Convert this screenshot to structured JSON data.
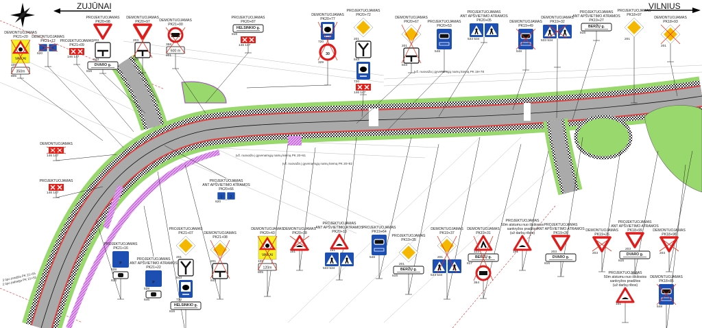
{
  "directions": {
    "left": "ZUJŪNAI",
    "right": "VILNIUS"
  },
  "compass": {
    "icon": "compass-rose-icon"
  },
  "colors": {
    "road": "#a9a9a9",
    "verge": "#8fd46a",
    "sign_blue": "#1d4fb3",
    "sign_red": "#e01b1b",
    "sign_yellow": "#f5b800",
    "removed_cross": "#e0301e"
  },
  "notes": [
    "Įvž. nuovaža į gyvenamųjų namų kiemą PK 20+61",
    "Įvž. nuovaža į gyvenamųjų namų kiemą PK 20+82",
    "Įvž. nuovaža į gyvenamųjų namų kiemą PK 19+78",
    "3 tipo pradžia PK 21+55",
    "2 tipo pabaiga PK 21+55"
  ],
  "sign_groups": [
    {
      "labels": [
        "DEMONTUOJAMAS",
        "PK21+20"
      ],
      "crossed": true,
      "signs": [
        {
          "kind": "vaikai",
          "code": "105",
          "text": "VAIKAI"
        },
        {
          "kind": "distplate",
          "code": "805",
          "text": "350m"
        }
      ]
    },
    {
      "labels": [
        "DEMONTUOJAMAS",
        "PK21+12"
      ],
      "crossed": true,
      "signs": [
        {
          "kind": "blue22",
          "code": "620",
          "text": "2"
        }
      ]
    },
    {
      "labels": [
        "PROJEKTUOJAMAS",
        "PK21+09"
      ],
      "crossed": false,
      "signs": [
        {
          "kind": "redplate",
          "code": "146 147"
        }
      ]
    },
    {
      "labels": [
        "PROJEKTUOJAMAS",
        "PK20+98"
      ],
      "crossed": false,
      "signs": [
        {
          "kind": "yield",
          "code": "203"
        },
        {
          "kind": "junction",
          "code": "843"
        },
        {
          "kind": "textplate",
          "code": "816",
          "text": "DVARO g."
        }
      ]
    },
    {
      "labels": [
        "DEMONTUOJAMAS",
        "PK20+97"
      ],
      "crossed": true,
      "signs": [
        {
          "kind": "yield",
          "code": "203"
        },
        {
          "kind": "junction",
          "code": "843"
        }
      ]
    },
    {
      "labels": [
        "DEMONTUOJAMAS",
        "PK21+00"
      ],
      "crossed": true,
      "signs": [
        {
          "kind": "notruck",
          "code": "358"
        },
        {
          "kind": "distplate",
          "code": "801",
          "text": "600 m"
        }
      ]
    },
    {
      "labels": [
        "PROJEKTUOJAMAS",
        "PK20+87"
      ],
      "crossed": false,
      "signs": [
        {
          "kind": "textplate",
          "code": "816",
          "text": "HELSINKIO g."
        },
        {
          "kind": "redplate",
          "code": "146 147"
        }
      ]
    },
    {
      "labels": [
        "DEMONTUOJAMAS",
        "PK20+77"
      ],
      "crossed": true,
      "signs": [
        {
          "kind": "horse",
          "code": "720"
        },
        {
          "kind": "speed",
          "code": "329",
          "text": "30"
        }
      ]
    },
    {
      "labels": [
        "PROJEKTUOJAMAS",
        "PK20+72"
      ],
      "crossed": false,
      "signs": [
        {
          "kind": "priority",
          "code": "201"
        },
        {
          "kind": "junctiony",
          "code": "843"
        },
        {
          "kind": "horse",
          "code": "720"
        },
        {
          "kind": "redplate",
          "code": "146 147"
        }
      ]
    },
    {
      "labels": [
        "DEMONTUOJAMAS",
        "PK20+67"
      ],
      "crossed": true,
      "signs": [
        {
          "kind": "priority",
          "code": "201"
        },
        {
          "kind": "junction",
          "code": "843"
        }
      ]
    },
    {
      "labels": [
        "PROJEKTUOJAMAS",
        "PK20+53"
      ],
      "crossed": false,
      "signs": [
        {
          "kind": "bus",
          "code": "548"
        }
      ]
    },
    {
      "labels": [
        "PROJEKTUOJAMAS",
        "ANT APŠVIETIMO ATRAMOS",
        "PK20+05"
      ],
      "crossed": false,
      "signs": [
        {
          "kind": "ped2",
          "code": "533 534"
        }
      ]
    },
    {
      "labels": [
        "DEMONTUOJAMAS",
        "PK19+49"
      ],
      "crossed": true,
      "signs": [
        {
          "kind": "bus",
          "code": "548"
        }
      ]
    },
    {
      "labels": [
        "DEMONTUOJAMAS",
        "PK19+32"
      ],
      "crossed": true,
      "signs": [
        {
          "kind": "ped2",
          "code": "533 534"
        }
      ]
    },
    {
      "labels": [
        "PROJEKTUOJAMAS",
        "ANT APŠVIETIMO ATRAMOS",
        "PK19+27"
      ],
      "crossed": false,
      "signs": [
        {
          "kind": "textplate",
          "code": "816",
          "text": "BERŽŲ g."
        }
      ]
    },
    {
      "labels": [
        "PROJEKTUOJAMAS",
        "PK18+97"
      ],
      "crossed": false,
      "signs": [
        {
          "kind": "priority",
          "code": "201"
        }
      ]
    },
    {
      "labels": [
        "DEMONTUOJAMAS",
        "PK18+93"
      ],
      "crossed": true,
      "signs": [
        {
          "kind": "priority",
          "code": "201"
        }
      ]
    },
    {
      "labels": [
        "DEMONTUOJAMAS"
      ],
      "crossed": true,
      "signs": [
        {
          "kind": "redplate",
          "code": "146 147"
        }
      ]
    },
    {
      "labels": [
        "PROJEKTUOJAMAS"
      ],
      "crossed": false,
      "signs": [
        {
          "kind": "redplate",
          "code": "146 147"
        }
      ]
    },
    {
      "labels": [
        "PROJEKTUOJAMAS",
        "ANT APŠVIETIMO ATRAMOS",
        "PK20+66"
      ],
      "crossed": false,
      "signs": [
        {
          "kind": "blue22",
          "code": "620",
          "text": "2"
        }
      ]
    },
    {
      "labels": [
        "PROJEKTUOJAMAS",
        "PK21+16"
      ],
      "crossed": false,
      "signs": [
        {
          "kind": "parking",
          "code": "528",
          "text": "P"
        },
        {
          "kind": "smallplate",
          "code": "832"
        }
      ]
    },
    {
      "labels": [
        "PROJEKTUOJAMAS",
        "ANT APŠVIETIMO ATRAMOS",
        "PK21+22"
      ],
      "crossed": false,
      "signs": [
        {
          "kind": "parking",
          "code": "528",
          "text": "P"
        },
        {
          "kind": "smallplate",
          "code": "846"
        }
      ]
    },
    {
      "labels": [
        "PROJEKTUOJAMAS",
        "PK21+07"
      ],
      "crossed": false,
      "signs": [
        {
          "kind": "priority",
          "code": "201"
        },
        {
          "kind": "junctiony",
          "code": "843"
        },
        {
          "kind": "horse",
          "code": "720"
        },
        {
          "kind": "textplate",
          "code": "816",
          "text": "HELSINKIO g."
        }
      ]
    },
    {
      "labels": [
        "DEMONTUOJAMAS",
        "PK21+08"
      ],
      "crossed": true,
      "signs": [
        {
          "kind": "priority",
          "code": "201"
        },
        {
          "kind": "junction",
          "code": "843"
        }
      ]
    },
    {
      "labels": [
        "DEMONTUOJAMAS",
        "PK20+43"
      ],
      "crossed": true,
      "signs": [
        {
          "kind": "vaikai",
          "code": "105",
          "text": "VAIKAI"
        },
        {
          "kind": "distplate",
          "code": "805",
          "text": "120m"
        }
      ]
    },
    {
      "labels": [
        "DEMONTUOJAMAS",
        "PK20+18"
      ],
      "crossed": true,
      "signs": [
        {
          "kind": "bump",
          "code": "151"
        }
      ]
    },
    {
      "labels": [
        "PROJEKTUOJAMAS",
        "ANT APŠVIETIMO ATRAMOS",
        "PK20+10"
      ],
      "crossed": false,
      "signs": [
        {
          "kind": "bump",
          "code": "151"
        },
        {
          "kind": "ped2",
          "code": "533 534"
        }
      ]
    },
    {
      "labels": [
        "PROJEKTUOJAMAS",
        "PK19+64"
      ],
      "crossed": false,
      "signs": [
        {
          "kind": "bus",
          "code": "548"
        }
      ]
    },
    {
      "labels": [
        "PROJEKTUOJAMAS",
        "PK19+35"
      ],
      "crossed": false,
      "signs": [
        {
          "kind": "priority",
          "code": "201"
        },
        {
          "kind": "textplate",
          "code": "816",
          "text": "BERŽŲ g."
        }
      ]
    },
    {
      "labels": [
        "DEMONTUOJAMAS",
        "PK19+37"
      ],
      "crossed": true,
      "signs": [
        {
          "kind": "priority",
          "code": "201"
        },
        {
          "kind": "ped2",
          "code": "533 534"
        }
      ]
    },
    {
      "labels": [
        "DEMONTUOJAMAS",
        "PK19+31"
      ],
      "crossed": true,
      "signs": [
        {
          "kind": "roadworks",
          "code": "123"
        },
        {
          "kind": "textplate",
          "code": "817",
          "text": "BERŽŲ g."
        },
        {
          "kind": "notruck",
          "code": "364"
        }
      ]
    },
    {
      "labels": [
        "PROJEKTUOJAMAS",
        "50m atstumu nuo iškilosios",
        "sankryžos pradžios",
        "(už darbų ribos)"
      ],
      "crossed": false,
      "signs": [
        {
          "kind": "bump",
          "code": "151"
        }
      ]
    },
    {
      "labels": [
        "PROJEKTUOJAMAS",
        "ANT APŠVIETIMO ATRAMOS",
        "PK19+26"
      ],
      "crossed": false,
      "signs": [
        {
          "kind": "yield",
          "code": "203"
        },
        {
          "kind": "textplate",
          "code": "816",
          "text": "DVARO g."
        }
      ]
    },
    {
      "labels": [
        "DEMONTUOJAMAS",
        "PK19+26"
      ],
      "crossed": true,
      "signs": [
        {
          "kind": "yield",
          "code": "203"
        }
      ]
    },
    {
      "labels": [
        "PROJEKTUOJAMAS",
        "ANT APŠVIETIMO ATRAMOS",
        "PK18+99"
      ],
      "crossed": false,
      "signs": [
        {
          "kind": "yield",
          "code": "203"
        },
        {
          "kind": "textplate",
          "code": "816",
          "text": "DVARO g."
        }
      ]
    },
    {
      "labels": [
        "DEMONTUOJAMAS",
        "PK18+96"
      ],
      "crossed": true,
      "signs": [
        {
          "kind": "yield",
          "code": "203"
        }
      ]
    },
    {
      "labels": [
        "PROJEKTUOJAMAS",
        "50m atstumu nuo iškilosios",
        "sankryžos pradžios",
        "(už darbų ribos)"
      ],
      "crossed": false,
      "signs": [
        {
          "kind": "bump",
          "code": "151"
        }
      ]
    },
    {
      "labels": [
        "DEMONTUOJAMAS",
        "PK18+85"
      ],
      "crossed": true,
      "signs": [
        {
          "kind": "bus",
          "code": "548"
        }
      ]
    }
  ]
}
